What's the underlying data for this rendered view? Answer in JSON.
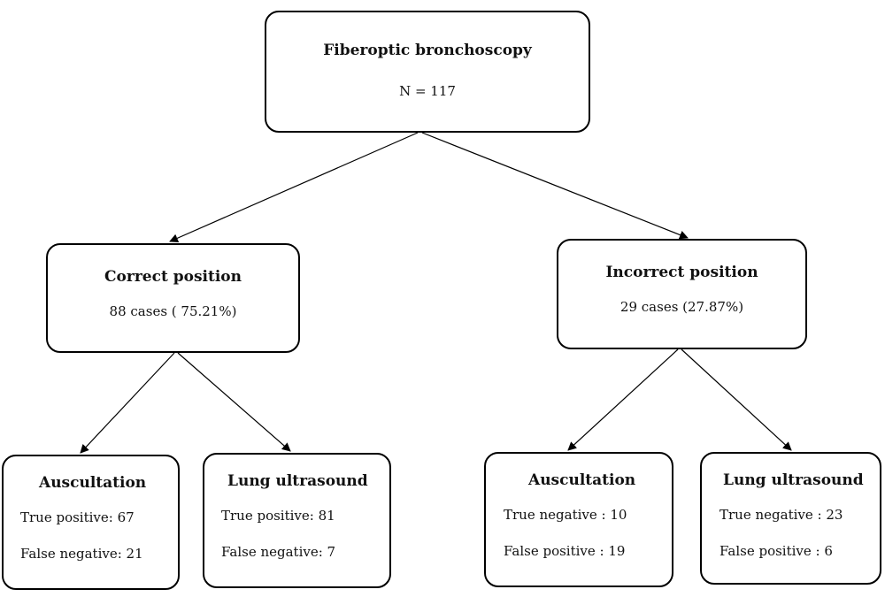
{
  "root": {
    "title": "Fiberoptic bronchoscopy",
    "count": "N = 117"
  },
  "correct": {
    "title": "Correct position",
    "count": "88 cases ( 75.21%)",
    "auscultation": {
      "title": "Auscultation",
      "line1": "True positive: 67",
      "line2": "False negative: 21"
    },
    "ultrasound": {
      "title": "Lung ultrasound",
      "line1": "True positive: 81",
      "line2": "False negative: 7"
    }
  },
  "incorrect": {
    "title": "Incorrect position",
    "count": "29 cases (27.87%)",
    "auscultation": {
      "title": "Auscultation",
      "line1": "True negative : 10",
      "line2": "False positive : 19"
    },
    "ultrasound": {
      "title": "Lung ultrasound",
      "line1": "True negative : 23",
      "line2": "False positive : 6"
    }
  }
}
